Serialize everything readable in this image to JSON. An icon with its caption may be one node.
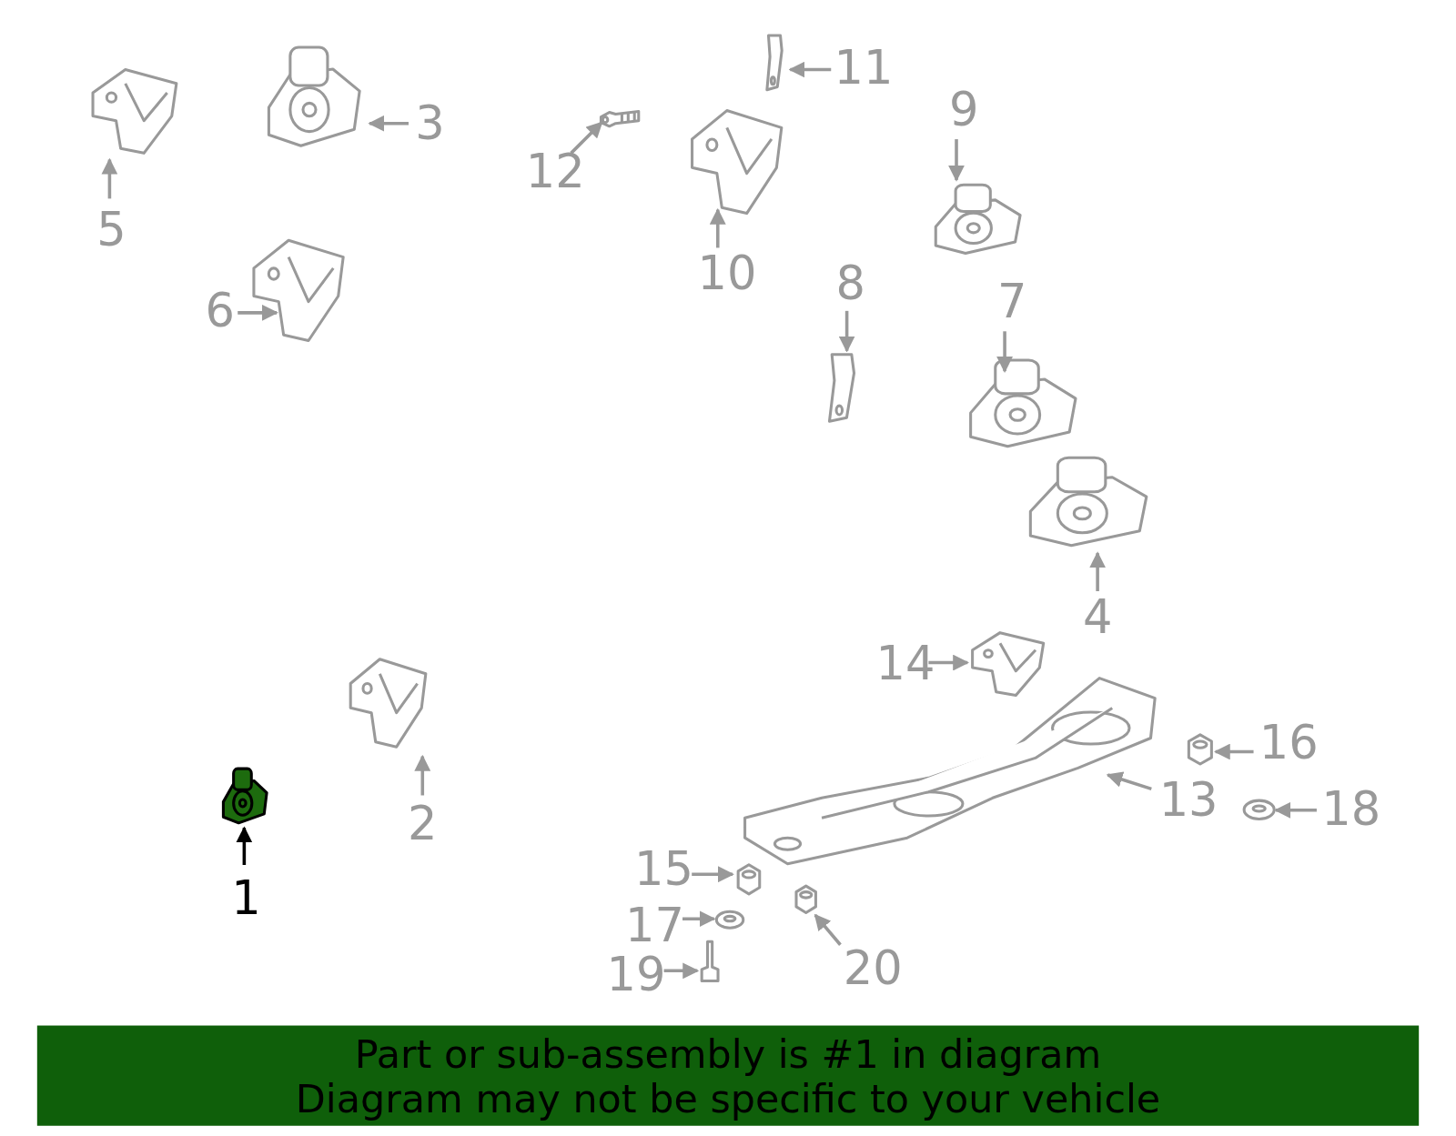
{
  "diagram": {
    "nodes": [
      {
        "text": [
          "1"
        ]
      },
      {
        "text": [],
        "shape": "picture"
      },
      {
        "text": [
          "2"
        ]
      },
      {
        "text": [],
        "shape": "picture"
      },
      {
        "text": [
          "3"
        ]
      },
      {
        "text": [],
        "shape": "picture"
      },
      {
        "text": [
          "4"
        ]
      },
      {
        "text": [],
        "shape": "picture"
      },
      {
        "text": [
          "5"
        ]
      },
      {
        "text": [],
        "shape": "picture"
      },
      {
        "text": [
          "6"
        ]
      },
      {
        "text": [],
        "shape": "picture"
      },
      {
        "text": [
          "7"
        ]
      },
      {
        "text": [],
        "shape": "picture"
      },
      {
        "text": [
          "8"
        ]
      },
      {
        "text": [],
        "shape": "picture"
      },
      {
        "text": [
          "9"
        ]
      },
      {
        "text": [],
        "shape": "picture"
      },
      {
        "text": [
          "10"
        ]
      },
      {
        "text": [],
        "shape": "picture"
      },
      {
        "text": [
          "11"
        ]
      },
      {
        "text": [],
        "shape": "picture"
      },
      {
        "text": [
          "12"
        ]
      },
      {
        "text": [],
        "shape": "picture"
      },
      {
        "text": [
          "13"
        ]
      },
      {
        "text": [],
        "shape": "picture"
      },
      {
        "text": [
          "14"
        ]
      },
      {
        "text": [],
        "shape": "picture"
      },
      {
        "text": [
          "15"
        ]
      },
      {
        "text": [],
        "shape": "picture"
      },
      {
        "text": [
          "16"
        ]
      },
      {
        "text": [],
        "shape": "picture"
      },
      {
        "text": [
          "17"
        ]
      },
      {
        "text": [],
        "shape": "picture"
      },
      {
        "text": [
          "18"
        ]
      },
      {
        "text": [],
        "shape": "picture"
      },
      {
        "text": [
          "19"
        ]
      },
      {
        "text": [],
        "shape": "picture"
      },
      {
        "text": [
          "20"
        ]
      },
      {
        "text": [],
        "shape": "picture"
      }
    ],
    "edges": [
      {
        "from": 0,
        "to": 1,
        "arrow": "to",
        "color": "#000000"
      },
      {
        "from": 2,
        "to": 3,
        "arrow": "to"
      },
      {
        "from": 4,
        "to": 5,
        "arrow": "to"
      },
      {
        "from": 6,
        "to": 7,
        "arrow": "to"
      },
      {
        "from": 8,
        "to": 9,
        "arrow": "to"
      },
      {
        "from": 10,
        "to": 11,
        "arrow": "to"
      },
      {
        "from": 12,
        "to": 13,
        "arrow": "to"
      },
      {
        "from": 14,
        "to": 15,
        "arrow": "to"
      },
      {
        "from": 16,
        "to": 17,
        "arrow": "to"
      },
      {
        "from": 18,
        "to": 19,
        "arrow": "to"
      },
      {
        "from": 20,
        "to": 21,
        "arrow": "to"
      },
      {
        "from": 22,
        "to": 23,
        "arrow": "to"
      },
      {
        "from": 24,
        "to": 25,
        "arrow": "to"
      },
      {
        "from": 26,
        "to": 27,
        "arrow": "to"
      },
      {
        "from": 28,
        "to": 29,
        "arrow": "to"
      },
      {
        "from": 30,
        "to": 31,
        "arrow": "to"
      },
      {
        "from": 32,
        "to": 33,
        "arrow": "to"
      },
      {
        "from": 34,
        "to": 35,
        "arrow": "to"
      },
      {
        "from": 36,
        "to": 37,
        "arrow": "to"
      },
      {
        "from": 38,
        "to": 39,
        "arrow": "to"
      }
    ],
    "labels": [
      "Part or sub-assembly is #1 in diagram",
      "Diagram may not be specific to your vehicle"
    ]
  }
}
